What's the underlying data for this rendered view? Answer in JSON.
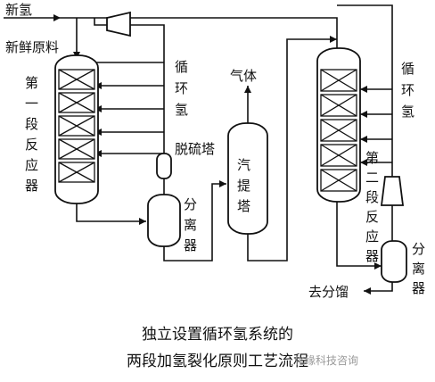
{
  "labels": {
    "new_hydrogen": "新氢",
    "fresh_feed": "新鲜原料",
    "stage1_reactor": [
      "第",
      "一",
      "段",
      "反",
      "应",
      "器"
    ],
    "recycle_h2_left": [
      "循",
      "环",
      "氢"
    ],
    "desulfurizer": "脱硫塔",
    "separator_left": [
      "分",
      "离",
      "器"
    ],
    "gas": "气体",
    "stripper": [
      "汽",
      "提",
      "塔"
    ],
    "recycle_h2_right": [
      "循",
      "环",
      "氢"
    ],
    "stage2_reactor": [
      "第",
      "二",
      "段",
      "反",
      "应",
      "器"
    ],
    "separator_right": [
      "分",
      "离",
      "器"
    ],
    "to_fractionation": "去分馏"
  },
  "caption": {
    "line1": "独立设置循环氢系统的",
    "line2": "两段加氢裂化原则工艺流程"
  },
  "watermark": "化缘科技咨询",
  "colors": {
    "line": "#111111",
    "background": "#ffffff",
    "watermark": "#9a9a9a"
  }
}
